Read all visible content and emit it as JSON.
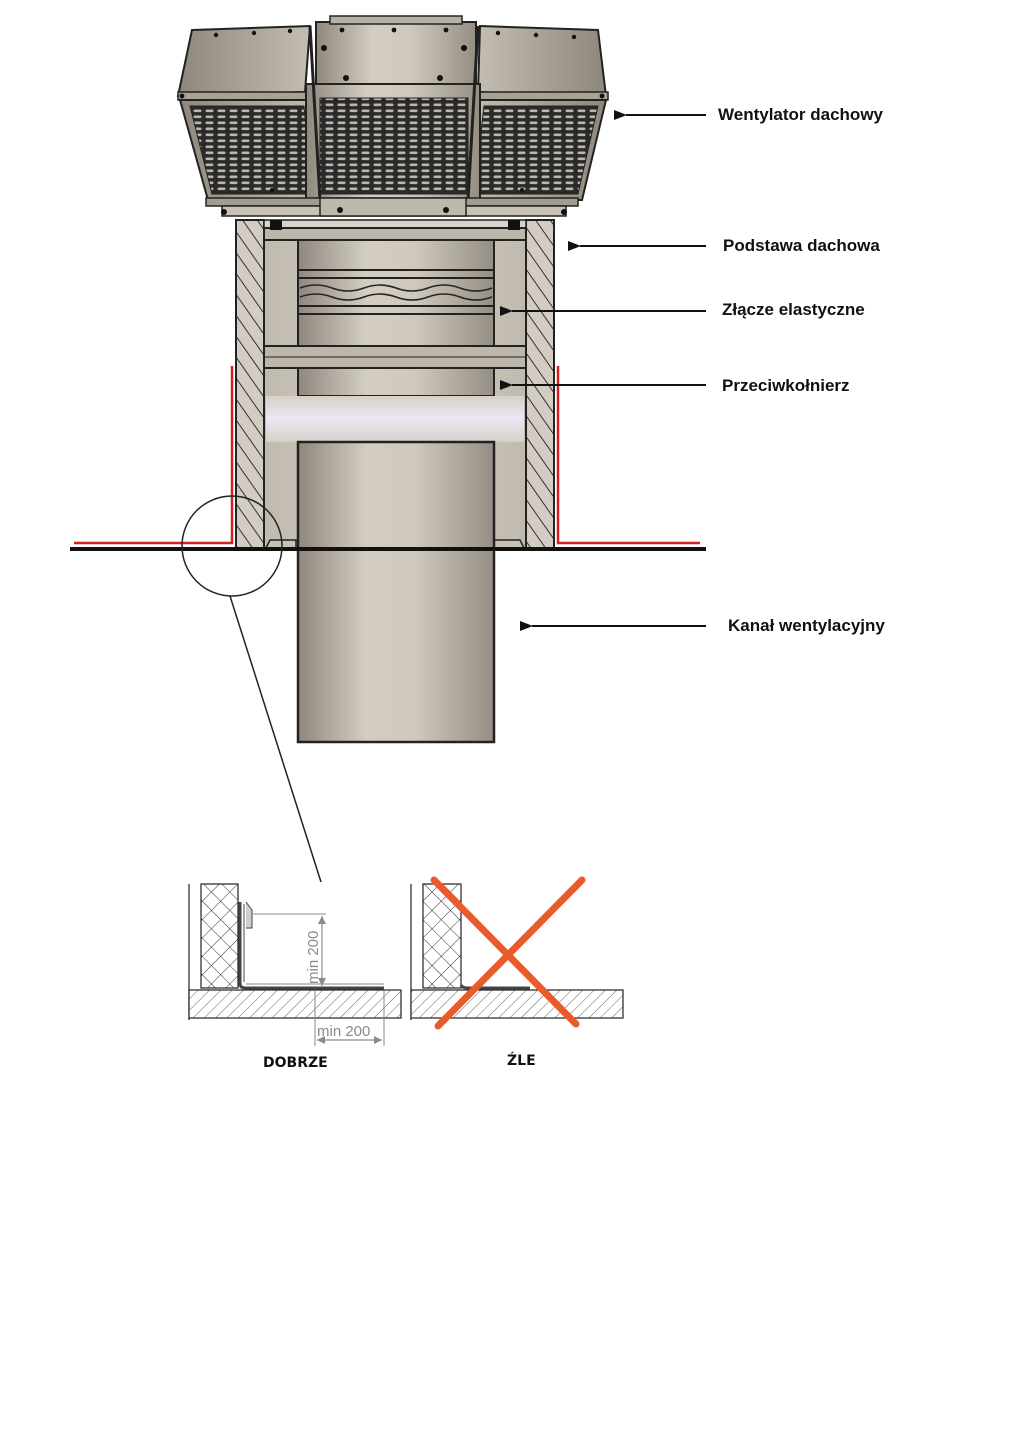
{
  "labels": {
    "fan": "Wentylator dachowy",
    "base": "Podstawa dachowa",
    "flex": "Złącze elastyczne",
    "flange": "Przeciwkołnierz",
    "duct": "Kanał wentylacyjny"
  },
  "detail": {
    "good_caption": "DOBRZE",
    "bad_caption": "ŹLE",
    "dim_vertical": "min 200",
    "dim_horizontal": "min 200"
  },
  "colors": {
    "metal": "#c9c2b6",
    "metal_dark": "#9e978b",
    "outline": "#222222",
    "flashing_red": "#d42020",
    "cross_orange": "#ea5a2a",
    "dimension_gray": "#8a8a8a"
  }
}
